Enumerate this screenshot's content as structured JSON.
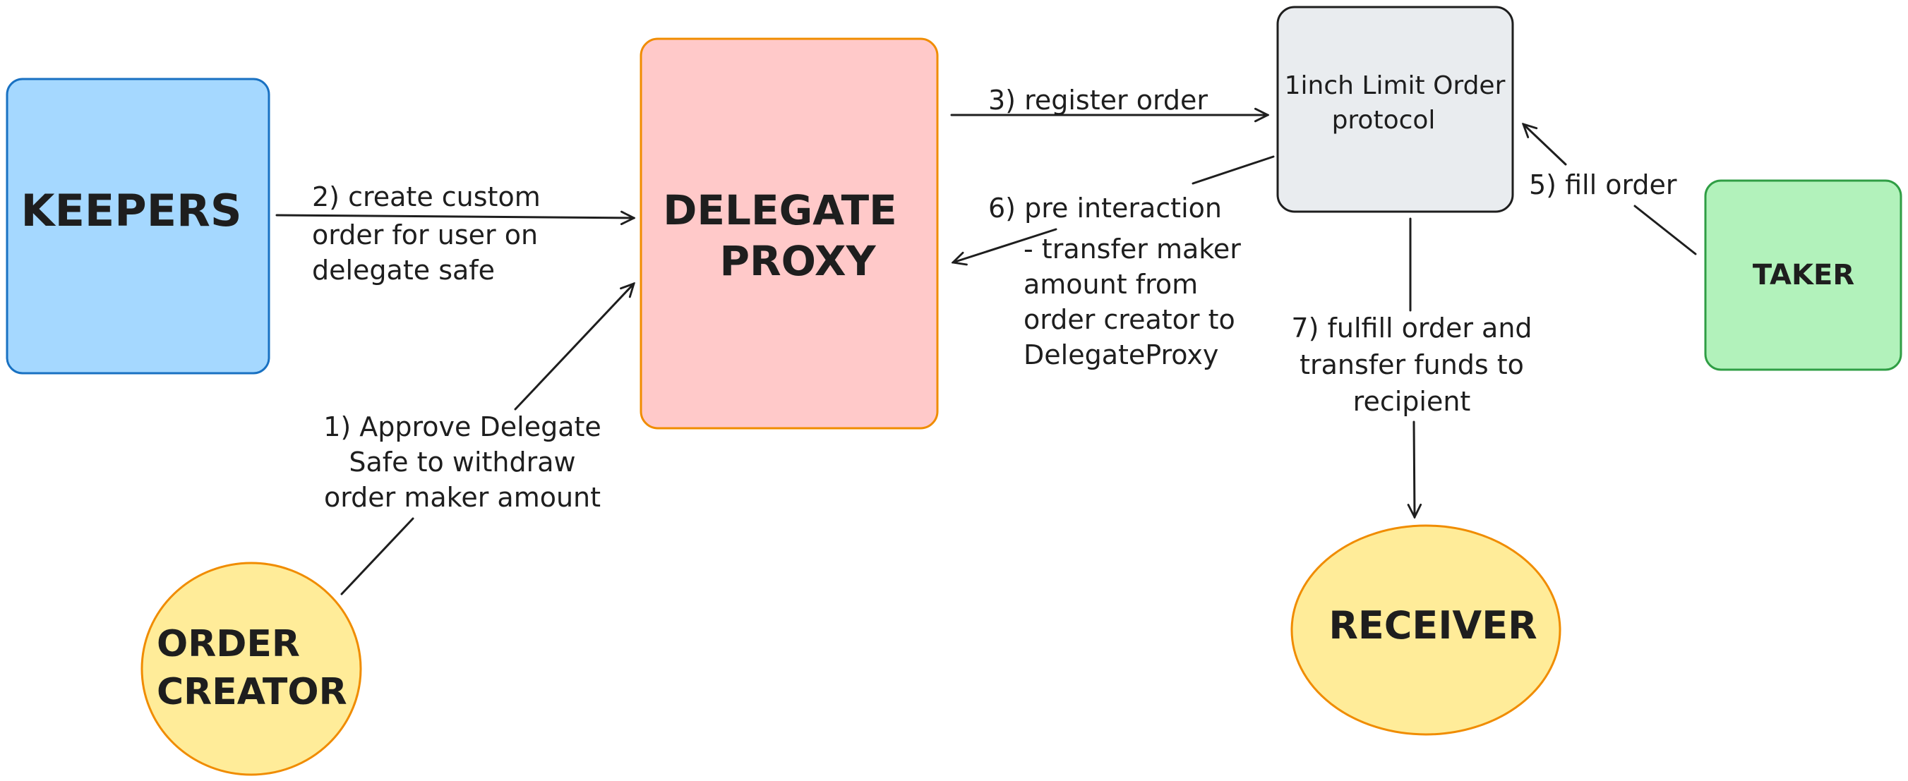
{
  "nodes": {
    "keepers": {
      "label": "KEEPERS",
      "fill": "#a5d8ff",
      "stroke": "#1971c2"
    },
    "delegate_proxy": {
      "lines": [
        "DELEGATE",
        "PROXY"
      ],
      "fill": "#ffc9c9",
      "stroke": "#f08c00"
    },
    "limit_order_protocol": {
      "lines": [
        "1inch Limit Order",
        "protocol"
      ],
      "fill": "#e9ecef",
      "stroke": "#1e1e1e"
    },
    "taker": {
      "label": "TAKER",
      "fill": "#b2f2bb",
      "stroke": "#2f9e44"
    },
    "order_creator": {
      "lines": [
        "ORDER",
        "CREATOR"
      ],
      "fill": "#ffec99",
      "stroke": "#f08c00"
    },
    "receiver": {
      "label": "RECEIVER",
      "fill": "#ffec99",
      "stroke": "#f08c00"
    }
  },
  "edges": {
    "approve": {
      "lines": [
        "1) Approve Delegate",
        "Safe to withdraw",
        "order maker amount"
      ]
    },
    "create_order": {
      "lines": [
        "2) create custom",
        "order for user on",
        "delegate safe"
      ]
    },
    "register_order": {
      "label": "3) register order"
    },
    "fill_order": {
      "label": "5) fill order"
    },
    "pre_interaction": {
      "lines": [
        "6) pre interaction",
        "- transfer maker",
        "amount from",
        "order creator to",
        "DelegateProxy"
      ]
    },
    "fulfill_order": {
      "lines": [
        "7) fulfill order and",
        "transfer funds to",
        "recipient"
      ]
    }
  }
}
